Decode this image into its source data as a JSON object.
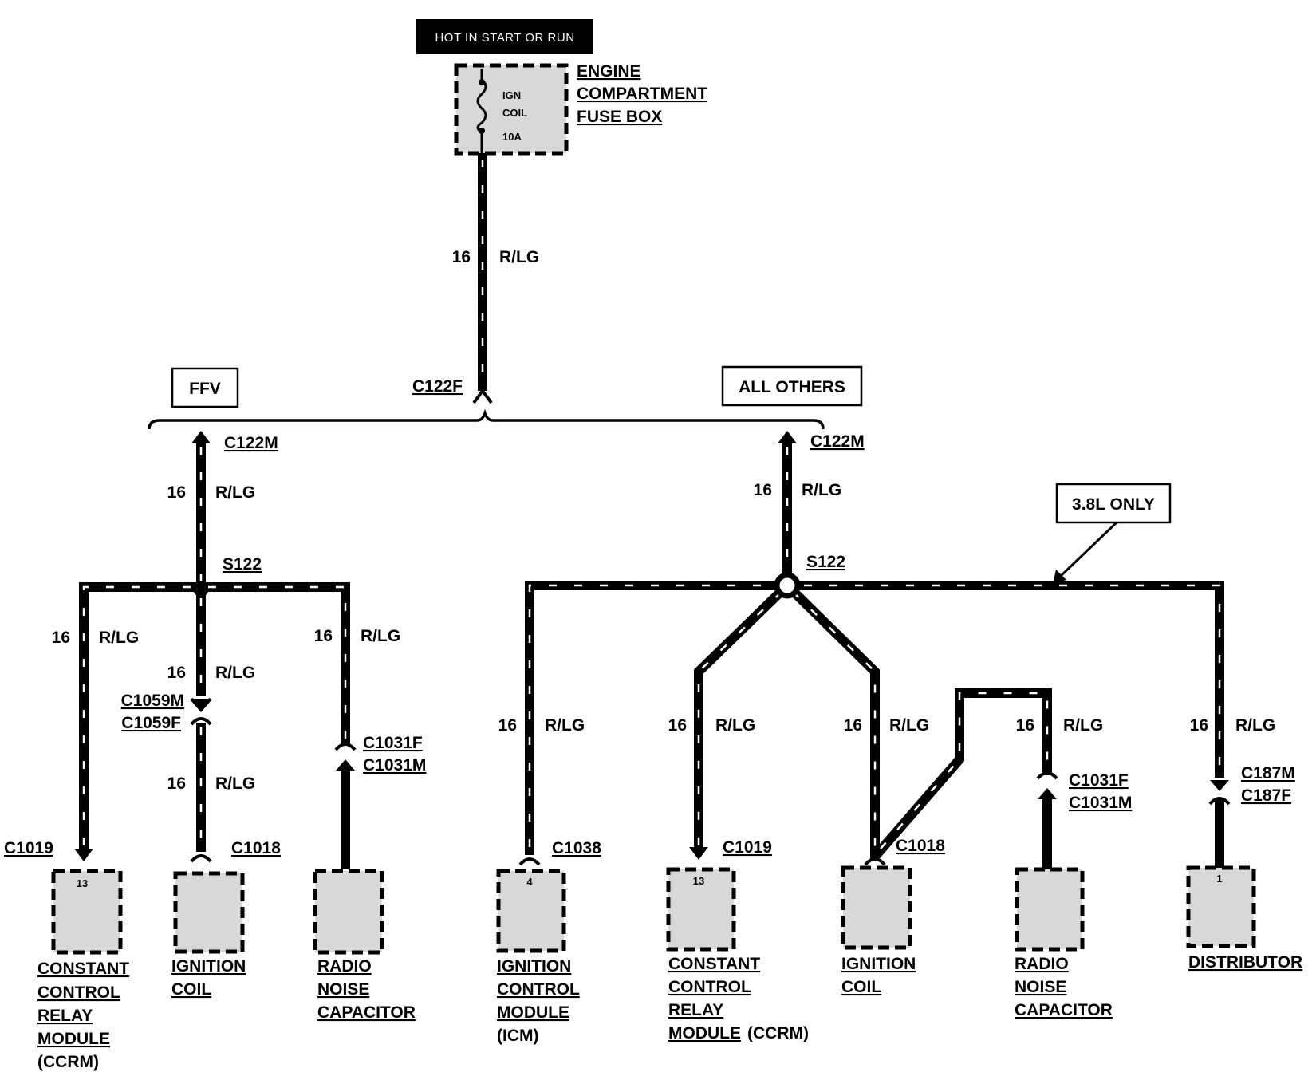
{
  "power": {
    "header": "HOT IN START OR RUN",
    "fuse_line1": "IGN",
    "fuse_line2": "COIL",
    "fuse_rating": "10A",
    "box_label": [
      "ENGINE",
      "COMPARTMENT",
      "FUSE BOX"
    ]
  },
  "feed": {
    "gauge": "16",
    "color": "R/LG",
    "connector": "C122F"
  },
  "variants": {
    "left": "FFV",
    "right": "ALL OTHERS",
    "note": "3.8L ONLY"
  },
  "left": {
    "connector": "C122M",
    "gauge": "16",
    "color": "R/LG",
    "splice": "S122",
    "branch1": {
      "gauge": "16",
      "color": "R/LG",
      "connector": "C1019",
      "pin": "13",
      "label": [
        "CONSTANT",
        "CONTROL",
        "RELAY",
        "MODULE"
      ],
      "suffix": "(CCRM)"
    },
    "branch2": {
      "gauge_a": "16",
      "color_a": "R/LG",
      "conn_m": "C1059M",
      "conn_f": "C1059F",
      "gauge_b": "16",
      "color_b": "R/LG",
      "connector": "C1018",
      "label": [
        "IGNITION",
        "COIL"
      ]
    },
    "branch3": {
      "gauge": "16",
      "color": "R/LG",
      "conn_f": "C1031F",
      "conn_m": "C1031M",
      "label": [
        "RADIO",
        "NOISE",
        "CAPACITOR"
      ]
    }
  },
  "right": {
    "connector": "C122M",
    "gauge": "16",
    "color": "R/LG",
    "splice": "S122",
    "branch1": {
      "gauge": "16",
      "color": "R/LG",
      "connector": "C1038",
      "pin": "4",
      "label": [
        "IGNITION",
        "CONTROL",
        "MODULE"
      ],
      "suffix": "(ICM)"
    },
    "branch2": {
      "gauge": "16",
      "color": "R/LG",
      "connector": "C1019",
      "pin": "13",
      "label": [
        "CONSTANT",
        "CONTROL",
        "RELAY",
        "MODULE"
      ],
      "suffix": "(CCRM)"
    },
    "branch3": {
      "gauge": "16",
      "color": "R/LG",
      "connector": "C1018",
      "label": [
        "IGNITION",
        "COIL"
      ]
    },
    "branch4": {
      "gauge": "16",
      "color": "R/LG",
      "conn_f": "C1031F",
      "conn_m": "C1031M",
      "label": [
        "RADIO",
        "NOISE",
        "CAPACITOR"
      ]
    },
    "branch5": {
      "gauge": "16",
      "color": "R/LG",
      "conn_m": "C187M",
      "conn_f": "C187F",
      "pin": "1",
      "label": [
        "DISTRIBUTOR"
      ]
    }
  }
}
